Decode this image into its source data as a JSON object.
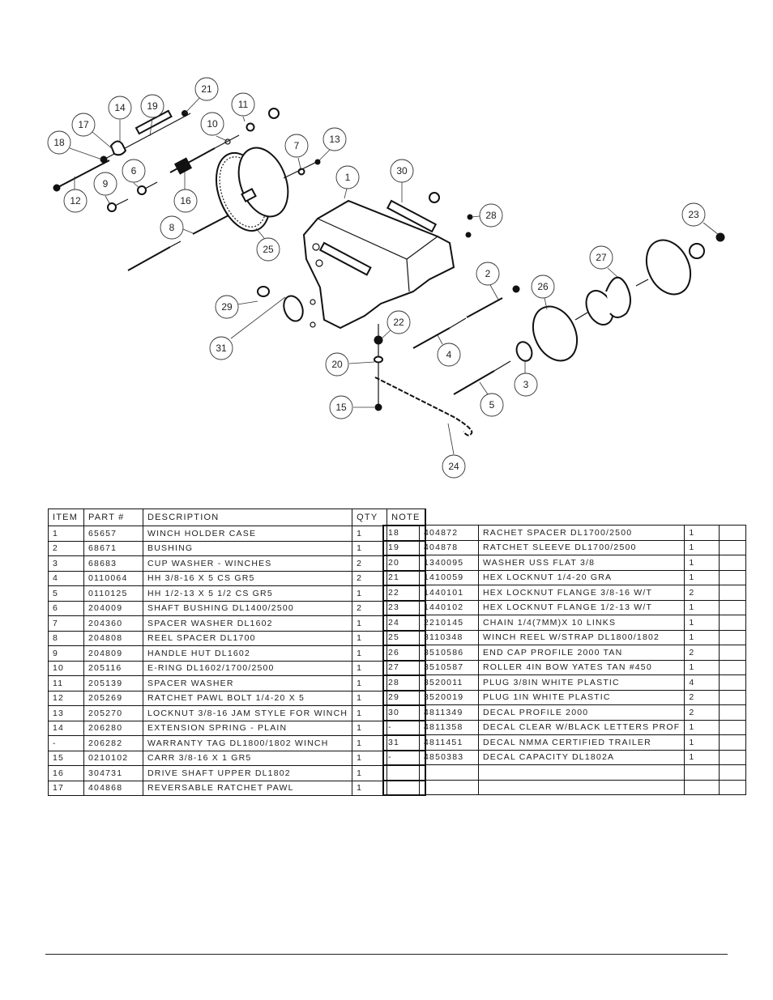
{
  "diagram": {
    "title": "Winch stand exploded parts diagram",
    "callouts": [
      {
        "label": "21"
      },
      {
        "label": "14"
      },
      {
        "label": "19"
      },
      {
        "label": "11"
      },
      {
        "label": "17"
      },
      {
        "label": "10"
      },
      {
        "label": "18"
      },
      {
        "label": "7"
      },
      {
        "label": "13"
      },
      {
        "label": "6"
      },
      {
        "label": "9"
      },
      {
        "label": "12"
      },
      {
        "label": "16"
      },
      {
        "label": "1"
      },
      {
        "label": "30"
      },
      {
        "label": "28"
      },
      {
        "label": "23"
      },
      {
        "label": "8"
      },
      {
        "label": "25"
      },
      {
        "label": "27"
      },
      {
        "label": "2"
      },
      {
        "label": "26"
      },
      {
        "label": "29"
      },
      {
        "label": "22"
      },
      {
        "label": "31"
      },
      {
        "label": "4"
      },
      {
        "label": "20"
      },
      {
        "label": "3"
      },
      {
        "label": "5"
      },
      {
        "label": "15"
      },
      {
        "label": "24"
      }
    ]
  },
  "parts_table": {
    "headers": {
      "item": "ITEM",
      "part": "PART #",
      "description": "DESCRIPTION",
      "qty": "QTY",
      "note": "NOTE"
    },
    "left_rows": [
      {
        "item": "1",
        "part": "65657",
        "description": "WINCH HOLDER CASE",
        "qty": "1",
        "note": ""
      },
      {
        "item": "2",
        "part": "68671",
        "description": "BUSHING",
        "qty": "1",
        "note": ""
      },
      {
        "item": "3",
        "part": "68683",
        "description": "CUP WASHER - WINCHES",
        "qty": "2",
        "note": ""
      },
      {
        "item": "4",
        "part": "0110064",
        "description": "HH 3/8-16 X 5 CS GR5",
        "qty": "2",
        "note": ""
      },
      {
        "item": "5",
        "part": "0110125",
        "description": "HH 1/2-13 X 5 1/2 CS GR5",
        "qty": "1",
        "note": ""
      },
      {
        "item": "6",
        "part": "204009",
        "description": "SHAFT BUSHING  DL1400/2500",
        "qty": "2",
        "note": ""
      },
      {
        "item": "7",
        "part": "204360",
        "description": "SPACER WASHER  DL1602",
        "qty": "1",
        "note": ""
      },
      {
        "item": "8",
        "part": "204808",
        "description": "REEL SPACER  DL1700",
        "qty": "1",
        "note": ""
      },
      {
        "item": "9",
        "part": "204809",
        "description": "HANDLE HUT  DL1602",
        "qty": "1",
        "note": ""
      },
      {
        "item": "10",
        "part": "205116",
        "description": "E-RING DL1602/1700/2500",
        "qty": "1",
        "note": ""
      },
      {
        "item": "11",
        "part": "205139",
        "description": "SPACER WASHER",
        "qty": "1",
        "note": ""
      },
      {
        "item": "12",
        "part": "205269",
        "description": "RATCHET PAWL BOLT 1/4-20 X 5",
        "qty": "1",
        "note": ""
      },
      {
        "item": "13",
        "part": "205270",
        "description": "LOCKNUT 3/8-16 JAM STYLE FOR WINCH",
        "qty": "1",
        "note": ""
      },
      {
        "item": "14",
        "part": "206280",
        "description": "EXTENSION SPRING - PLAIN",
        "qty": "1",
        "note": ""
      },
      {
        "item": "-",
        "part": "206282",
        "description": "WARRANTY TAG DL1800/1802 WINCH",
        "qty": "1",
        "note": ""
      },
      {
        "item": "15",
        "part": "0210102",
        "description": "CARR 3/8-16 X 1 GR5",
        "qty": "1",
        "note": ""
      },
      {
        "item": "16",
        "part": "304731",
        "description": "DRIVE SHAFT UPPER  DL1802",
        "qty": "1",
        "note": ""
      },
      {
        "item": "17",
        "part": "404868",
        "description": "REVERSABLE RATCHET PAWL",
        "qty": "1",
        "note": ""
      }
    ],
    "right_rows": [
      {
        "item": "18",
        "part": "404872",
        "description": "RACHET SPACER  DL1700/2500",
        "qty": "1",
        "note": ""
      },
      {
        "item": "19",
        "part": "404878",
        "description": "RATCHET SLEEVE  DL1700/2500",
        "qty": "1",
        "note": ""
      },
      {
        "item": "20",
        "part": "1340095",
        "description": "WASHER USS FLAT 3/8",
        "qty": "1",
        "note": ""
      },
      {
        "item": "21",
        "part": "1410059",
        "description": "HEX LOCKNUT 1/4-20 GRA",
        "qty": "1",
        "note": ""
      },
      {
        "item": "22",
        "part": "1440101",
        "description": "HEX LOCKNUT FLANGE 3/8-16 W/T",
        "qty": "2",
        "note": ""
      },
      {
        "item": "23",
        "part": "1440102",
        "description": "HEX LOCKNUT FLANGE 1/2-13 W/T",
        "qty": "1",
        "note": ""
      },
      {
        "item": "24",
        "part": "2210145",
        "description": "CHAIN 1/4(7MM)X 10 LINKS",
        "qty": "1",
        "note": ""
      },
      {
        "item": "25",
        "part": "3110348",
        "description": "WINCH REEL W/STRAP  DL1800/1802",
        "qty": "1",
        "note": ""
      },
      {
        "item": "26",
        "part": "3510586",
        "description": "END CAP PROFILE 2000 TAN",
        "qty": "2",
        "note": ""
      },
      {
        "item": "27",
        "part": "3510587",
        "description": "ROLLER 4IN BOW YATES TAN #450",
        "qty": "1",
        "note": ""
      },
      {
        "item": "28",
        "part": "3520011",
        "description": "PLUG  3/8IN WHITE PLASTIC",
        "qty": "4",
        "note": ""
      },
      {
        "item": "29",
        "part": "3520019",
        "description": "PLUG  1IN WHITE PLASTIC",
        "qty": "2",
        "note": ""
      },
      {
        "item": "30",
        "part": "4811349",
        "description": "DECAL PROFILE 2000",
        "qty": "2",
        "note": ""
      },
      {
        "item": "-",
        "part": "4811358",
        "description": "DECAL CLEAR W/BLACK LETTERS PROF",
        "qty": "1",
        "note": ""
      },
      {
        "item": "31",
        "part": "4811451",
        "description": "DECAL NMMA CERTIFIED TRAILER",
        "qty": "1",
        "note": ""
      },
      {
        "item": "-",
        "part": "4850383",
        "description": "DECAL CAPACITY DL1802A",
        "qty": "1",
        "note": ""
      },
      {
        "item": "",
        "part": "",
        "description": "",
        "qty": "",
        "note": ""
      },
      {
        "item": "",
        "part": "",
        "description": "",
        "qty": "",
        "note": ""
      }
    ]
  }
}
